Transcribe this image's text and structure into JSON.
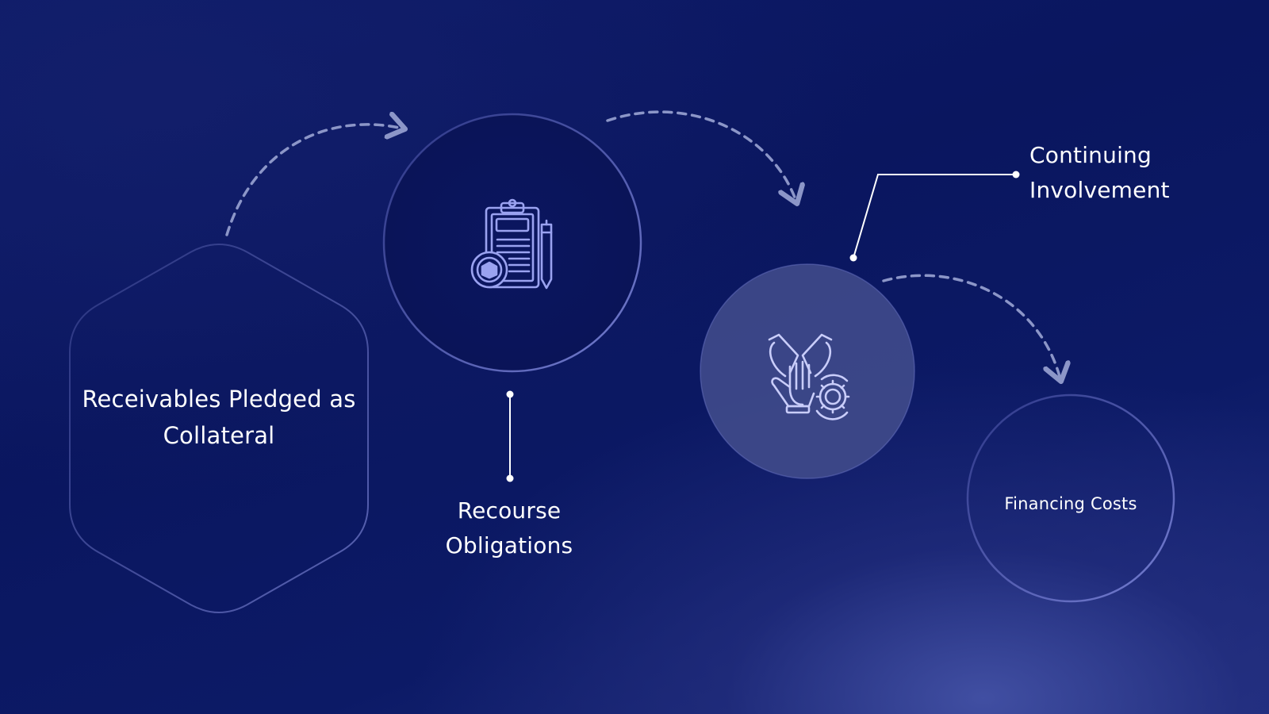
{
  "nodes": {
    "receivables": {
      "label": "Receivables Pledged as Collateral"
    },
    "recourse": {
      "label": "Recourse Obligations",
      "icon": "clipboard-document-icon"
    },
    "continuing": {
      "label": "Continuing Involvement",
      "icon": "hands-teamwork-gear-icon"
    },
    "financing": {
      "label": "Financing Costs"
    }
  },
  "colors": {
    "background": "#0b1763",
    "accent_icon": "#9aa2f0",
    "arrow": "#8c96c8",
    "outline": "#5a63b8",
    "filled_circle": "#3f4a8a",
    "text": "#ffffff"
  }
}
